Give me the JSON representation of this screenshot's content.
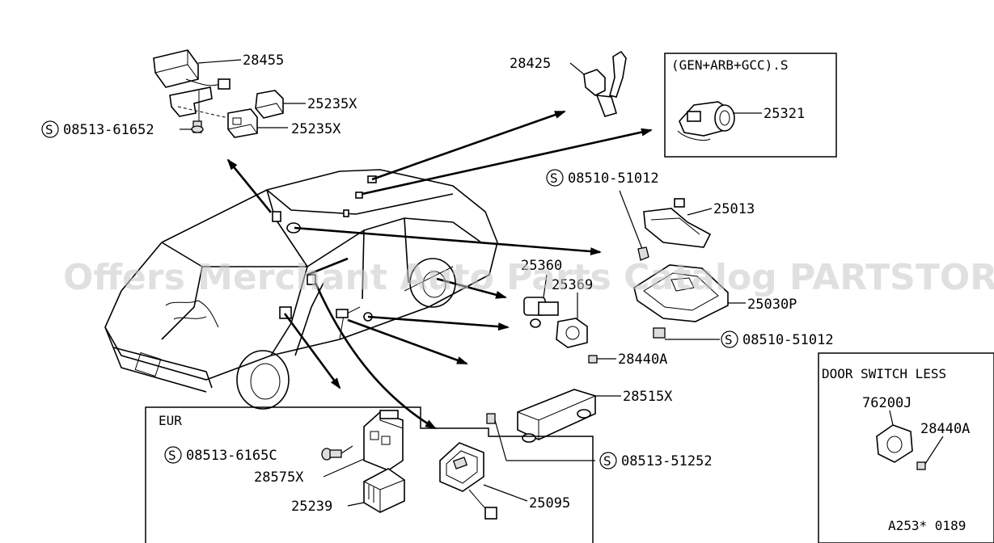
{
  "labels": {
    "p28455": "28455",
    "p25235x_a": "25235X",
    "p25235x_b": "25235X",
    "s_08513_61652": "08513-61652",
    "p28425": "28425",
    "gen_box_title": "(GEN+ARB+GCC).S",
    "p25321": "25321",
    "s_08510_51012_a": "08510-51012",
    "p25013": "25013",
    "p25360": "25360",
    "p25369": "25369",
    "p25030p": "25030P",
    "s_08510_51012_b": "08510-51012",
    "p28440a_a": "28440A",
    "p28515x": "28515X",
    "s_08513_51252": "08513-51252",
    "eur_box_title": "EUR",
    "s_08513_6165c": "08513-6165C",
    "p28575x": "28575X",
    "p25239": "25239",
    "p25095": "25095",
    "door_box_title": "DOOR SWITCH LESS",
    "p76200j": "76200J",
    "p28440a_b": "28440A",
    "diagram_code": "A253* 0189",
    "s_marker": "S"
  },
  "watermark": "Offers Merchant Auto Parts Catalog PARTSTORE.SA"
}
